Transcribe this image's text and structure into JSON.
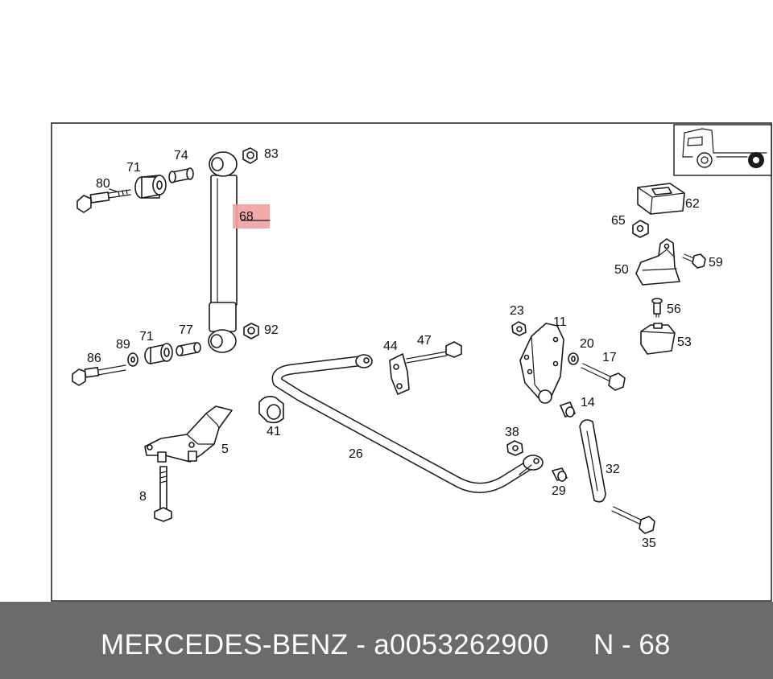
{
  "labels": {
    "p80": "80",
    "p71a": "71",
    "p74": "74",
    "p83": "83",
    "p68": "68",
    "p86": "86",
    "p89": "89",
    "p71b": "71",
    "p77": "77",
    "p92": "92",
    "p5": "5",
    "p8": "8",
    "p41": "41",
    "p26": "26",
    "p44": "44",
    "p47": "47",
    "p38": "38",
    "p23": "23",
    "p11": "11",
    "p20": "20",
    "p17": "17",
    "p14": "14",
    "p29": "29",
    "p32": "32",
    "p35": "35",
    "p62": "62",
    "p65": "65",
    "p50": "50",
    "p59": "59",
    "p56": "56",
    "p53": "53"
  },
  "highlight_color": "#f3a0a0",
  "footer": {
    "brand_and_part": "MERCEDES-BENZ - a0053262900",
    "code": "N - 68"
  }
}
